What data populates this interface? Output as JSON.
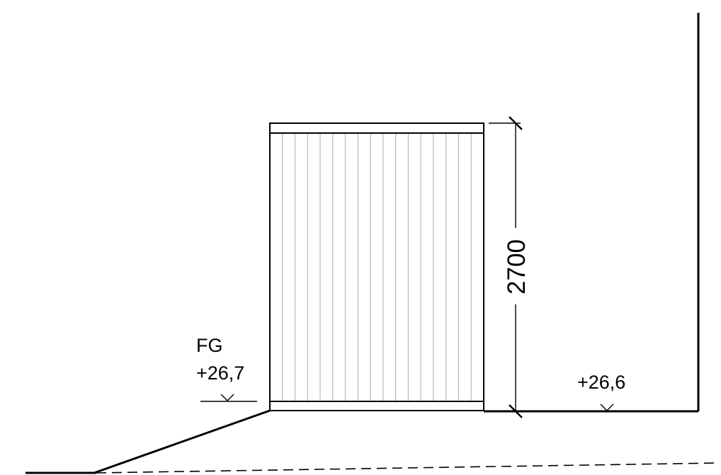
{
  "drawing": {
    "dimension_value": "2700",
    "left_level": {
      "code": "FG",
      "value": "+26,7"
    },
    "right_level": {
      "value": "+26,6"
    }
  },
  "colors": {
    "line": "#000000",
    "panel_slats": "#b8b8b8",
    "background": "#ffffff"
  }
}
